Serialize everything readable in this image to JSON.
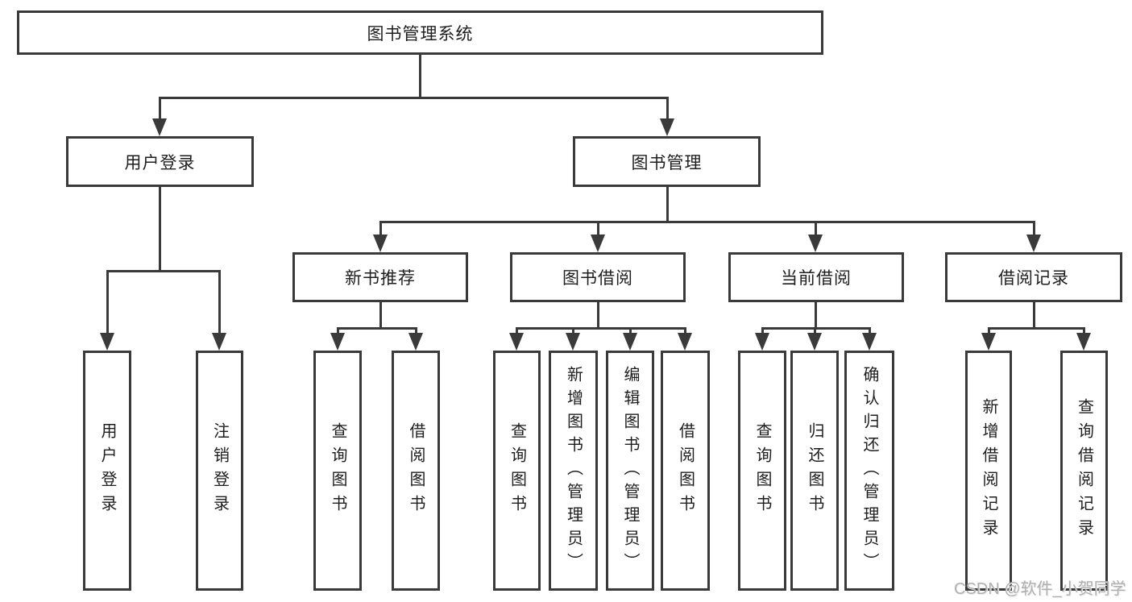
{
  "colors": {
    "line": "#3a3a3a",
    "text": "#1e1e1e",
    "box_background": "#ffffff",
    "watermark": "#b0b0b0"
  },
  "watermark": {
    "text": "CSDN @软件_小贺同学"
  },
  "tree": {
    "root": {
      "label": "图书管理系统"
    },
    "children": [
      {
        "label": "用户登录",
        "children": [
          {
            "label": "用户登录"
          },
          {
            "label": "注销登录"
          }
        ]
      },
      {
        "label": "图书管理",
        "children": [
          {
            "label": "新书推荐",
            "children": [
              {
                "label": "查询图书"
              },
              {
                "label": "借阅图书"
              }
            ]
          },
          {
            "label": "图书借阅",
            "children": [
              {
                "label": "查询图书"
              },
              {
                "label": "新增图书（管理员）"
              },
              {
                "label": "编辑图书（管理员）"
              },
              {
                "label": "借阅图书"
              }
            ]
          },
          {
            "label": "当前借阅",
            "children": [
              {
                "label": "查询图书"
              },
              {
                "label": "归还图书"
              },
              {
                "label": "确认归还（管理员）"
              }
            ]
          },
          {
            "label": "借阅记录",
            "children": [
              {
                "label": "新增借阅记录"
              },
              {
                "label": "查询借阅记录"
              }
            ]
          }
        ]
      }
    ]
  }
}
